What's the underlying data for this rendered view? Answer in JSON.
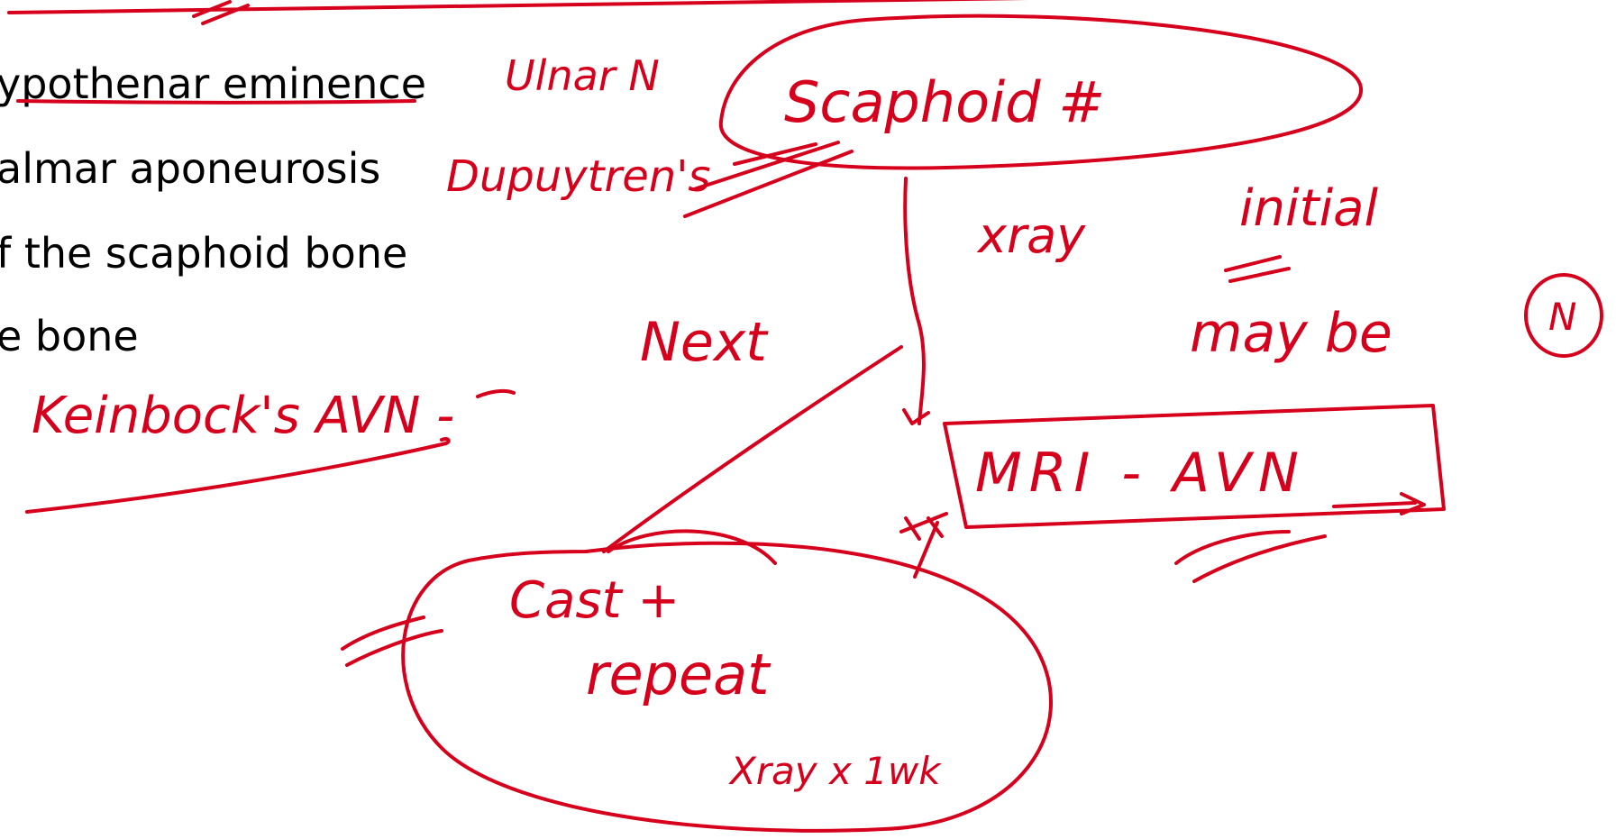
{
  "bullets": [
    "ypothenar eminence",
    "almar aponeurosis",
    "f the scaphoid bone",
    "e bone"
  ],
  "handwriting": {
    "ulnar": "Ulnar N",
    "dupuytren": "Dupuytren's",
    "kienbock": "Keinbock's AVN -",
    "next": "Next",
    "scaphoid": "Scaphoid  #",
    "xray": "xray",
    "initial": "initial",
    "may_be": "may  be",
    "n_circle": "N",
    "mri": "MRI  - AVN",
    "cast": "Cast +",
    "repeat": "repeat",
    "xray_followup": "Xray x 1wk",
    "crosses": "xx"
  },
  "colors": {
    "ink": "#d6001c",
    "text": "#000000",
    "background": "#ffffff"
  }
}
